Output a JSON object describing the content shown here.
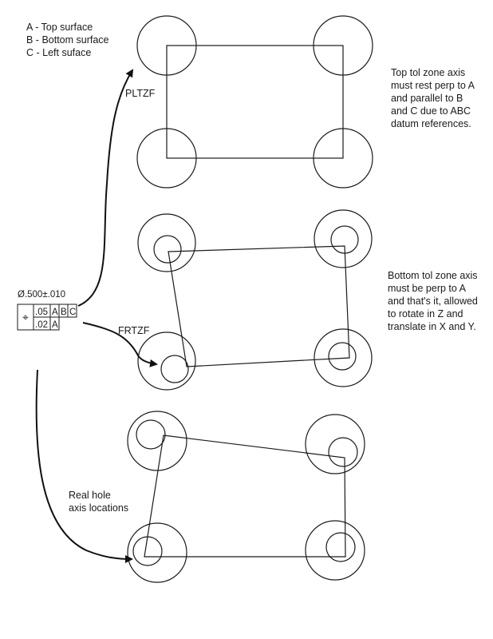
{
  "legend": {
    "lines": [
      "A - Top surface",
      "B - Bottom surface",
      "C - Left suface"
    ]
  },
  "labels": {
    "pltzf": "PLTZF",
    "frtzf": "FRTZF",
    "real_hole": [
      "Real hole",
      "axis locations"
    ]
  },
  "notes": {
    "top": [
      "Top tol zone axis",
      "must rest perp to A",
      "and parallel to B",
      "and C due to ABC",
      "datum references."
    ],
    "bottom": [
      "Bottom tol zone axis",
      "must be perp to A",
      "and that's it, allowed",
      "to rotate in Z and",
      "translate in X and Y."
    ]
  },
  "fcf": {
    "size": "Ø.500±.010",
    "symbol": "⌖",
    "row1": {
      "tol": ".05",
      "datums": [
        "A",
        "B",
        "C"
      ]
    },
    "row2": {
      "tol": ".02",
      "datums": [
        "A"
      ]
    }
  }
}
